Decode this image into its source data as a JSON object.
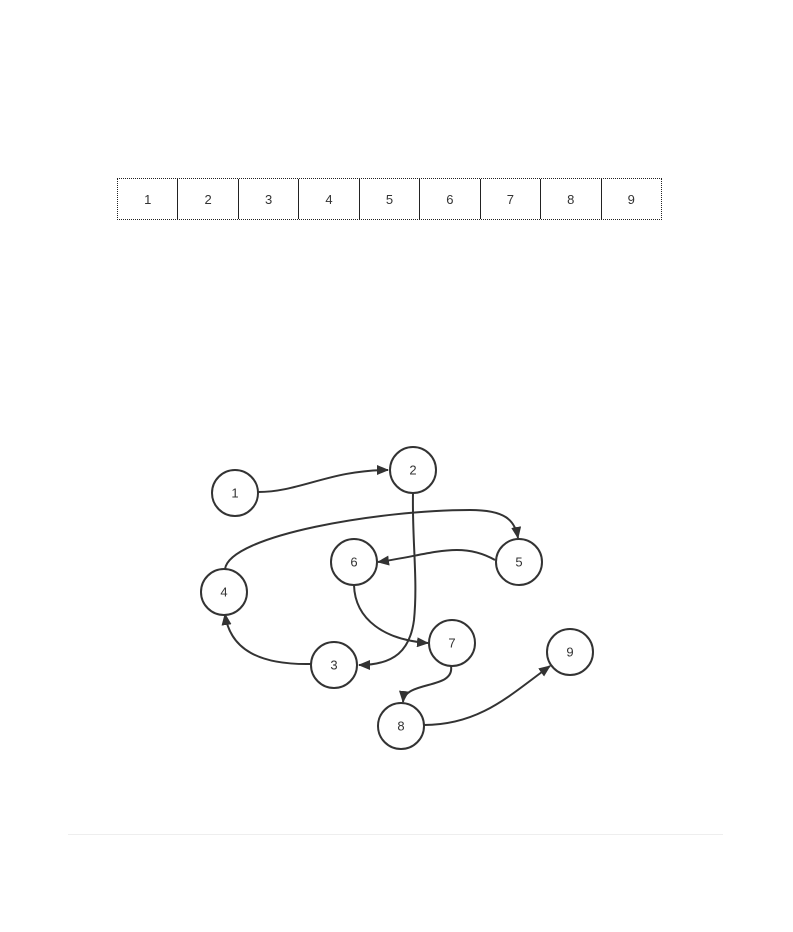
{
  "array": {
    "cells": [
      "1",
      "2",
      "3",
      "4",
      "5",
      "6",
      "7",
      "8",
      "9"
    ]
  },
  "graph": {
    "nodes": [
      "1",
      "2",
      "3",
      "4",
      "5",
      "6",
      "7",
      "8",
      "9"
    ],
    "edges": [
      {
        "from": "1",
        "to": "2"
      },
      {
        "from": "2",
        "to": "3"
      },
      {
        "from": "3",
        "to": "4"
      },
      {
        "from": "4",
        "to": "5"
      },
      {
        "from": "5",
        "to": "6"
      },
      {
        "from": "6",
        "to": "7"
      },
      {
        "from": "7",
        "to": "8"
      },
      {
        "from": "8",
        "to": "9"
      }
    ]
  }
}
